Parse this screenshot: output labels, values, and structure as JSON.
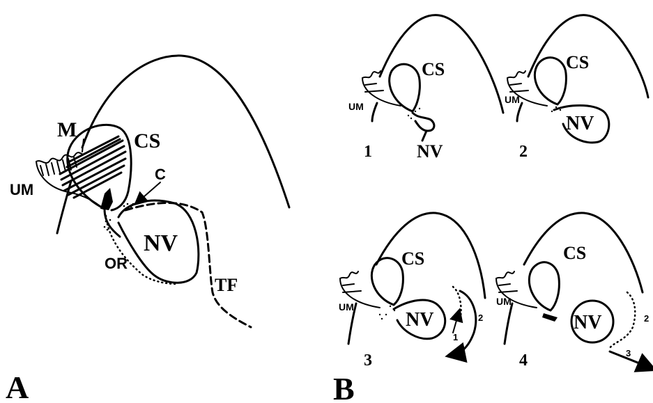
{
  "panel_a": {
    "letter": "A",
    "labels": {
      "m": "M",
      "cs": "CS",
      "um": "UM",
      "c": "C",
      "nv": "NV",
      "or": "OR",
      "tf": "TF"
    }
  },
  "panel_b": {
    "letter": "B",
    "stages": [
      {
        "number": "1",
        "cs": "CS",
        "nv": "NV",
        "um": "UM"
      },
      {
        "number": "2",
        "cs": "CS",
        "nv": "NV",
        "um": "UM"
      },
      {
        "number": "3",
        "cs": "CS",
        "nv": "NV",
        "um": "UM",
        "arrow_labels": [
          "1",
          "2"
        ]
      },
      {
        "number": "4",
        "cs": "CS",
        "nv": "NV",
        "um": "UM",
        "arrow_labels": [
          "2",
          "3"
        ]
      }
    ]
  }
}
